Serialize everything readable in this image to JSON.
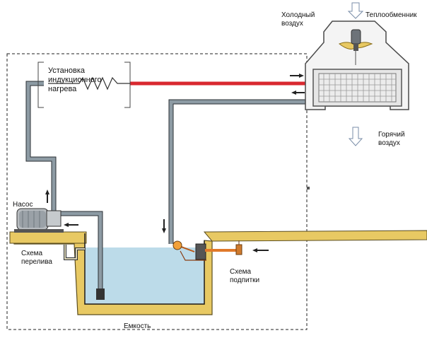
{
  "labels": {
    "induction_unit": [
      "Установка",
      "индукционного",
      "нагрева"
    ],
    "cold_air": [
      "Холодный",
      "воздух"
    ],
    "heat_exchanger": "Теплообменник",
    "hot_air": [
      "Горячий",
      "воздух"
    ],
    "pump": "Насос",
    "overflow_scheme": [
      "Схема",
      "перелива"
    ],
    "makeup_scheme": [
      "Схема",
      "подпитки"
    ],
    "tank": "Емкость"
  },
  "colors": {
    "pipe": "#8d9ba4",
    "pipe_outline": "#2a2f33",
    "hot_line": "#d9282f",
    "water": "#bcdbe9",
    "tank_wall": "#e8c963",
    "dashed_border": "#222222"
  }
}
